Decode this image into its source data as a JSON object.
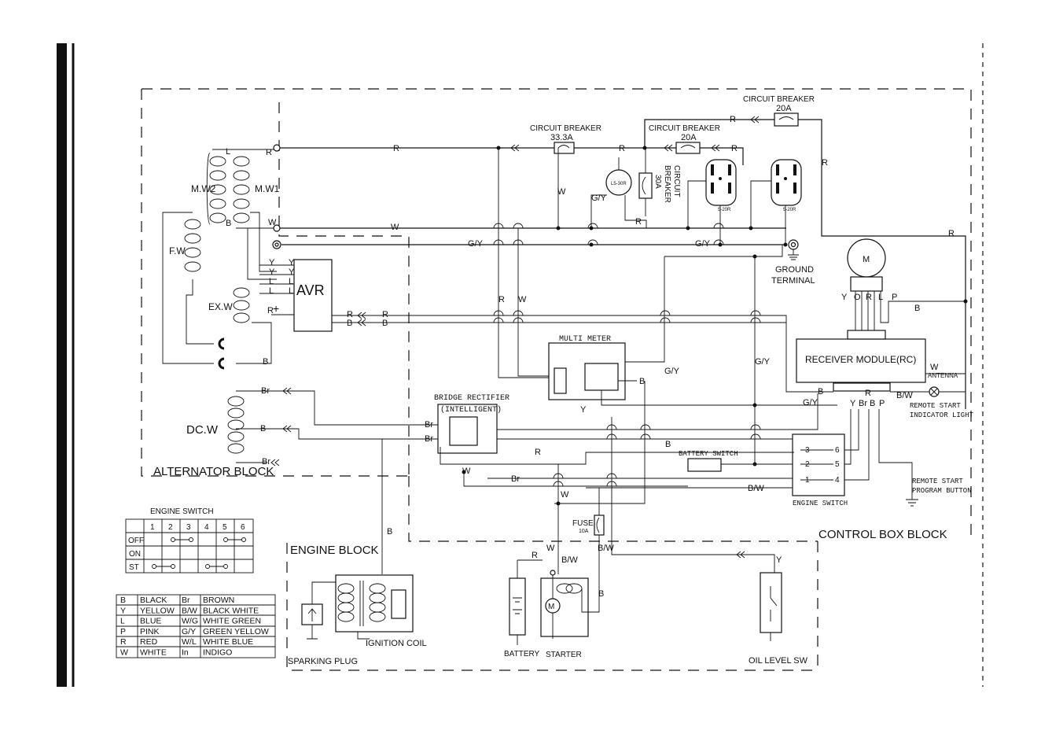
{
  "blocks": {
    "alternator": "ALTERNATOR BLOCK",
    "engine": "ENGINE BLOCK",
    "control_box": "CONTROL BOX BLOCK"
  },
  "components": {
    "cb_33": "CIRCUIT BREAKER",
    "cb_33_rating": "33.3A",
    "cb_20a": "CIRCUIT BREAKER",
    "cb_20a_rating": "20A",
    "cb_20b": "CIRCUIT BREAKER",
    "cb_20b_rating": "20A",
    "cb_30_line1": "CIRCUIT",
    "cb_30_line2": "BREAKER",
    "cb_30_rating": "30A",
    "outlet_l5": "L5-30R",
    "outlet_520a": "5-20R",
    "outlet_520b": "5-20R",
    "ground_line1": "GROUND",
    "ground_line2": "TERMINAL",
    "motor": "M",
    "receiver": "RECEIVER MODULE(RC)",
    "antenna": "ANTENNA",
    "remote_light_line1": "REMOTE START",
    "remote_light_line2": "INDICATOR LIGHT",
    "remote_button_line1": "REMOTE START",
    "remote_button_line2": "PROGRAM BUTTON",
    "avr": "AVR",
    "avr_plus": "+",
    "multimeter": "MULTI METER",
    "bridge_line1": "BRIDGE RECTIFIER",
    "bridge_line2": "(INTELLIGENT)",
    "battery_switch": "BATTERY SWITCH",
    "engine_switch_box": "ENGINE SWITCH",
    "fuse": "FUSE",
    "fuse_rating": "10A",
    "ignition_coil": "IGNITION COIL",
    "sparking_plug": "SPARKING PLUG",
    "battery": "BATTERY",
    "starter": "STARTER",
    "starter_motor": "M",
    "oil_sw": "OIL LEVEL SW",
    "mw1": "M.W1",
    "mw2": "M.W2",
    "fw": "F.W",
    "exw": "EX.W",
    "dcw": "DC.W"
  },
  "engine_switch_table": {
    "title": "ENGINE SWITCH",
    "columns": [
      "1",
      "2",
      "3",
      "4",
      "5",
      "6"
    ],
    "rows": [
      "OFF",
      "ON",
      "ST"
    ]
  },
  "legend": [
    [
      "B",
      "BLACK",
      "Br",
      "BROWN"
    ],
    [
      "Y",
      "YELLOW",
      "B/W",
      "BLACK  WHITE"
    ],
    [
      "L",
      "BLUE",
      "W/G",
      "WHITE GREEN"
    ],
    [
      "P",
      "PINK",
      "G/Y",
      "GREEN YELLOW"
    ],
    [
      "R",
      "RED",
      "W/L",
      "WHITE BLUE"
    ],
    [
      "W",
      "WHITE",
      "In",
      "INDIGO"
    ]
  ],
  "wire_labels": [
    [
      "R",
      338,
      197
    ],
    [
      "R",
      500,
      192
    ],
    [
      "R",
      787,
      192
    ],
    [
      "R",
      930,
      192
    ],
    [
      "R",
      928,
      155
    ],
    [
      "R",
      1045,
      210
    ],
    [
      "R",
      1206,
      300
    ],
    [
      "W",
      341,
      286
    ],
    [
      "W",
      497,
      292
    ],
    [
      "W",
      709,
      247
    ],
    [
      "G/Y",
      752,
      255
    ],
    [
      "R",
      808,
      285
    ],
    [
      "G/Y",
      595,
      313
    ],
    [
      "G/Y",
      884,
      313
    ],
    [
      "L",
      287,
      196
    ],
    [
      "B",
      287,
      287
    ],
    [
      "Y",
      342,
      337
    ],
    [
      "Y",
      367,
      337
    ],
    [
      "Y",
      342,
      349
    ],
    [
      "Y",
      367,
      349
    ],
    [
      "L",
      342,
      361
    ],
    [
      "L",
      367,
      361
    ],
    [
      "L",
      342,
      373
    ],
    [
      "L",
      367,
      373
    ],
    [
      "R",
      340,
      398
    ],
    [
      "R",
      441,
      403
    ],
    [
      "B",
      441,
      414
    ],
    [
      "R",
      486,
      403
    ],
    [
      "B",
      486,
      414
    ],
    [
      "B",
      334,
      463
    ],
    [
      "R",
      634,
      384
    ],
    [
      "W",
      659,
      384
    ],
    [
      "Y",
      1070,
      381
    ],
    [
      "O",
      1086,
      381
    ],
    [
      "R",
      1101,
      381
    ],
    [
      "L",
      1117,
      381
    ],
    [
      "P",
      1134,
      381
    ],
    [
      "B",
      1163,
      395
    ],
    [
      "G/Y",
      845,
      475
    ],
    [
      "G/Y",
      960,
      463
    ],
    [
      "G/Y",
      1021,
      515
    ],
    [
      "B",
      813,
      488
    ],
    [
      "Y",
      738,
      524
    ],
    [
      "B",
      1040,
      501
    ],
    [
      "B/W",
      1140,
      506
    ],
    [
      "W",
      1183,
      470
    ],
    [
      "Y",
      1081,
      516
    ],
    [
      "Br",
      1092,
      516
    ],
    [
      "B",
      1106,
      516
    ],
    [
      "P",
      1118,
      516
    ],
    [
      "R",
      1100,
      503
    ],
    [
      "Br",
      332,
      500
    ],
    [
      "B",
      331,
      548
    ],
    [
      "Br",
      333,
      590
    ],
    [
      "Br",
      540,
      543
    ],
    [
      "Br",
      540,
      561
    ],
    [
      "B",
      846,
      568
    ],
    [
      "R",
      680,
      578
    ],
    [
      "W",
      588,
      602
    ],
    [
      "Br",
      650,
      612
    ],
    [
      "B/W",
      951,
      624
    ],
    [
      "W",
      713,
      632
    ],
    [
      "B",
      492,
      679
    ],
    [
      "W",
      695,
      700
    ],
    [
      "R",
      676,
      709
    ],
    [
      "B/W",
      714,
      715
    ],
    [
      "B/W",
      760,
      700
    ],
    [
      "B",
      761,
      758
    ],
    [
      "Y",
      987,
      715
    ]
  ]
}
